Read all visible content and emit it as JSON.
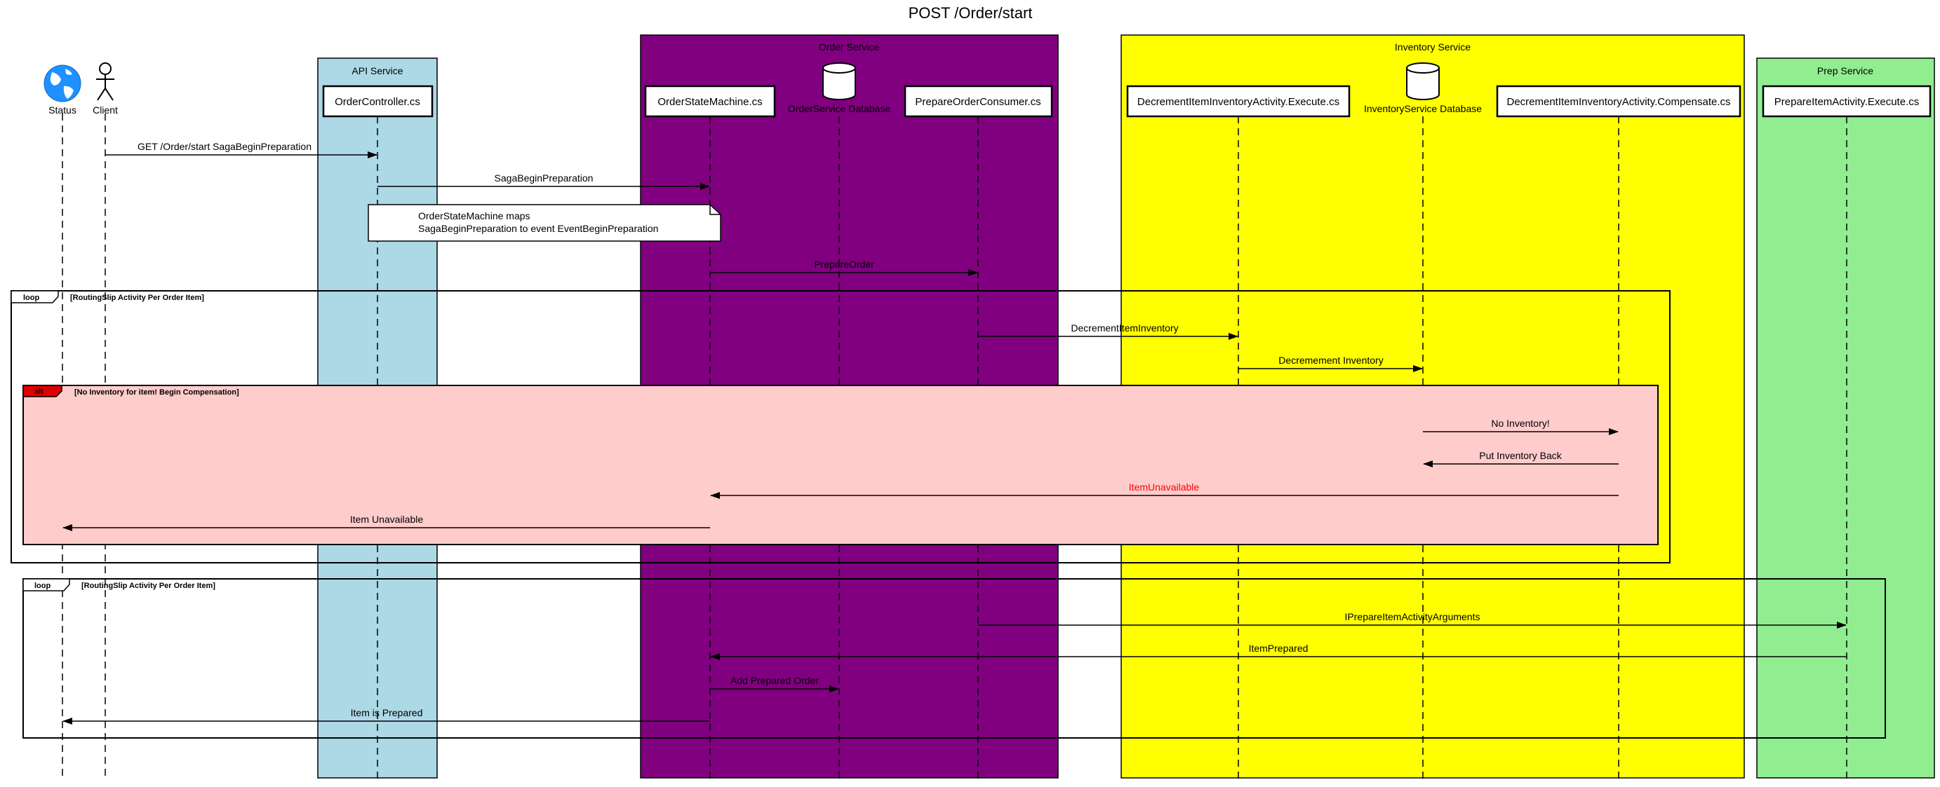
{
  "diagram": {
    "title": "POST /Order/start",
    "groups": {
      "api": {
        "label": "API Service",
        "color": "#add8e6"
      },
      "order": {
        "label": "Order Service",
        "color": "#800080"
      },
      "inventory": {
        "label": "Inventory Service",
        "color": "#ffff00"
      },
      "prep": {
        "label": "Prep Service",
        "color": "#90ee90"
      }
    },
    "participants": {
      "status": {
        "label": "Status",
        "icon": "globe-icon"
      },
      "client": {
        "label": "Client",
        "icon": "actor-icon"
      },
      "order_controller": {
        "label": "OrderController.cs"
      },
      "order_state_machine": {
        "label": "OrderStateMachine.cs"
      },
      "order_db": {
        "label": "OrderService Database",
        "icon": "database-icon"
      },
      "prepare_order_consumer": {
        "label": "PrepareOrderConsumer.cs"
      },
      "decrement_execute": {
        "label": "DecrementItemInventoryActivity.Execute.cs"
      },
      "inventory_db": {
        "label": "InventoryService Database",
        "icon": "database-icon"
      },
      "decrement_compensate": {
        "label": "DecrementItemInventoryActivity.Compensate.cs"
      },
      "prepare_item_execute": {
        "label": "PrepareItemActivity.Execute.cs"
      }
    },
    "messages": {
      "m1": "GET /Order/start SagaBeginPreparation",
      "m2": "SagaBeginPreparation",
      "m3": "PrepareOrder",
      "m4": "DecrementItemInventory",
      "m5": "Decremement Inventory",
      "m6": "No Inventory!",
      "m7": "Put Inventory Back",
      "m8": "ItemUnavailable",
      "m9": "Item Unavailable",
      "m10": "IPrepareItemActivityArguments",
      "m11": "ItemPrepared",
      "m12": "Add Prepared Order",
      "m13": "Item is Prepared"
    },
    "note": {
      "line1": "OrderStateMachine maps",
      "line2": "SagaBeginPreparation to event EventBeginPreparation"
    },
    "fragments": {
      "loop1": {
        "tag": "loop",
        "guard": "[RoutingSlip Activity Per Order Item]"
      },
      "alt": {
        "tag": "alt",
        "guard": "[No Inventory for item!  Begin Compensation]",
        "fill": "#ffcccc",
        "tag_color": "#dd0000"
      },
      "loop2": {
        "tag": "loop",
        "guard": "[RoutingSlip Activity Per Order Item]"
      }
    },
    "colors": {
      "highlight_message": "#ff0000"
    }
  }
}
